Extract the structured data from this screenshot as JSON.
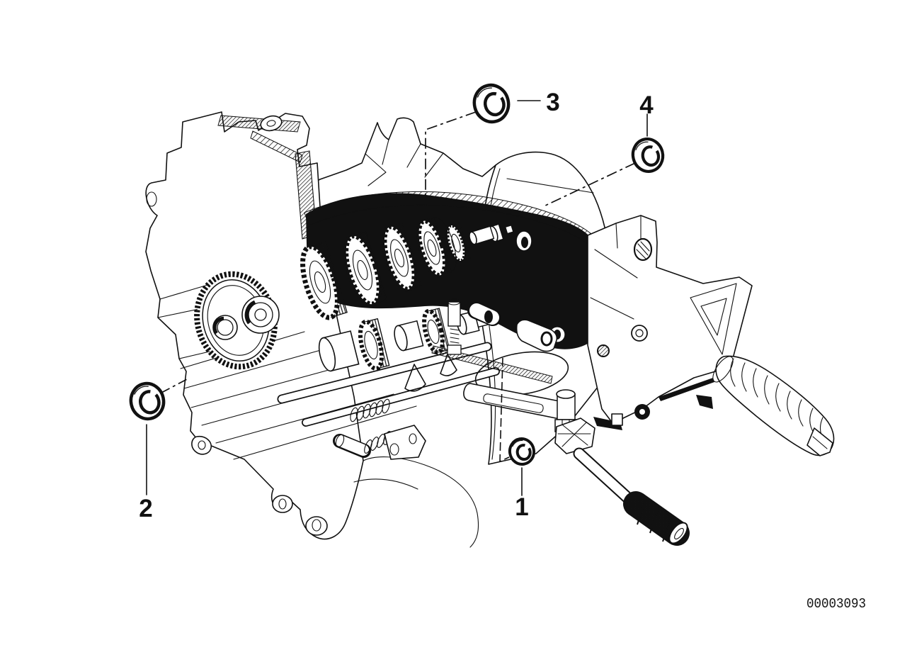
{
  "diagram": {
    "background_color": "#ffffff",
    "line_color": "#111111",
    "callouts": [
      {
        "label": "1"
      },
      {
        "label": "2"
      },
      {
        "label": "3"
      },
      {
        "label": "4"
      }
    ],
    "drawing_number": "00003093"
  }
}
